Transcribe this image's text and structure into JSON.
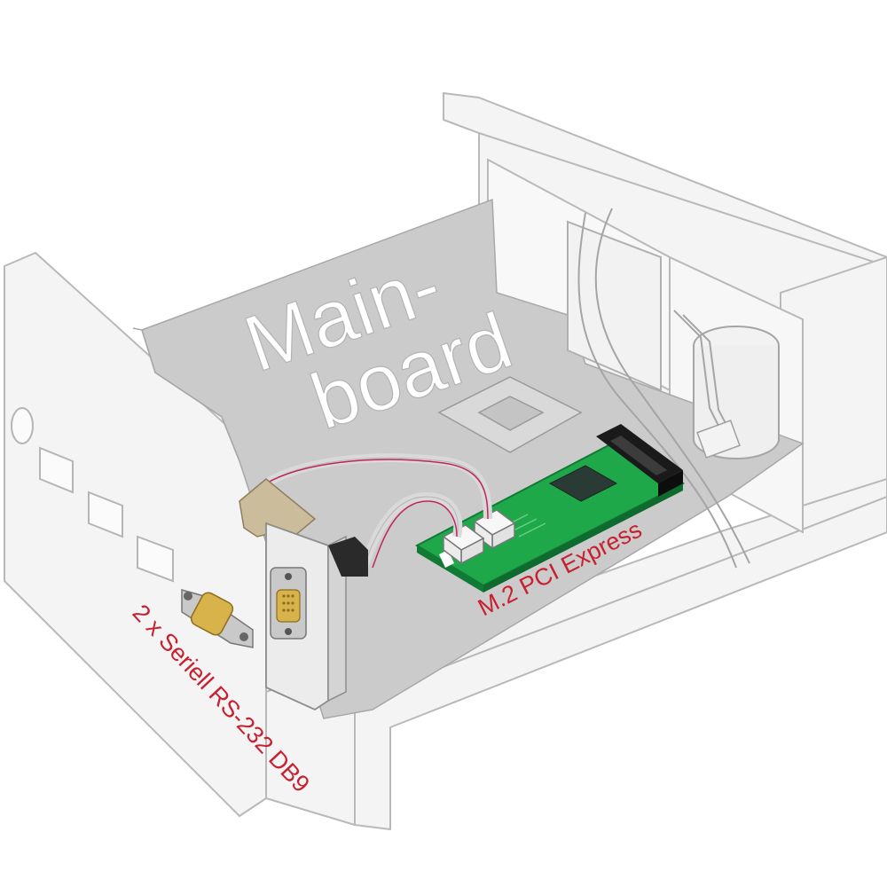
{
  "labels": {
    "mainboard_line1": "Main-",
    "mainboard_line2": "board",
    "card_label": "M.2 PCI Express",
    "serial_label": "2 x Seriell RS-232 DB9"
  },
  "colors": {
    "background": "#ffffff",
    "case_fill": "#f4f4f4",
    "case_stroke": "#b9b9b9",
    "board_fill": "#cbcbcb",
    "board_text": "#ffffff",
    "pcb_green": "#1fa84a",
    "pcb_dark": "#117a35",
    "chip": "#2a3a34",
    "slot": "#1a1a1a",
    "connector_white": "#f7f7f7",
    "metal": "#c9c9c9",
    "bracket_tab": "#cbbd9c",
    "cable_red": "#c0245f",
    "label_red": "#c8202f"
  },
  "icons": [
    "mainboard",
    "cpu-socket",
    "m2-slot",
    "m2-card",
    "serial-connector-db9",
    "pci-bracket",
    "capacitor"
  ]
}
